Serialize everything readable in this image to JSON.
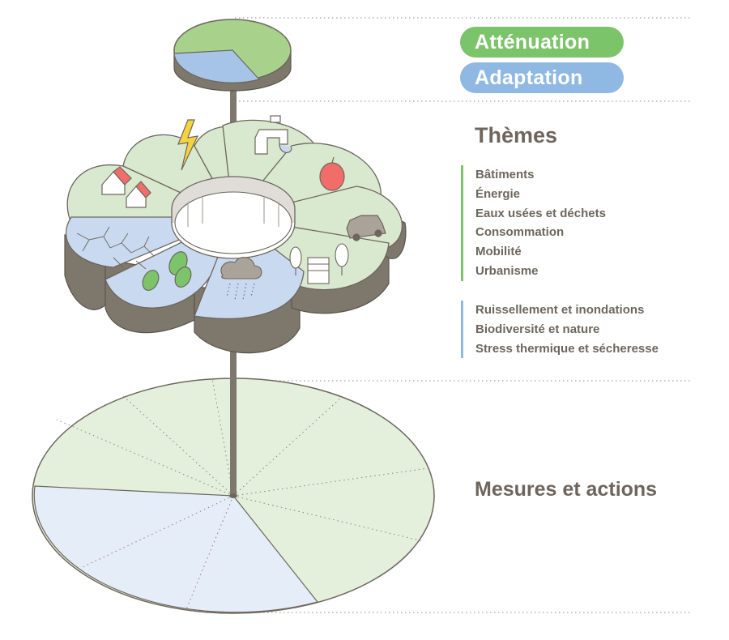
{
  "legend": {
    "attenuation": "Atténuation",
    "adaptation": "Adaptation"
  },
  "themes": {
    "title": "Thèmes",
    "mitigation": [
      "Bâtiments",
      "Énergie",
      "Eaux usées et déchets",
      "Consommation",
      "Mobilité",
      "Urbanisme"
    ],
    "adaptation": [
      "Ruissellement et inondations",
      "Biodiversité et nature",
      "Stress thermique et sécheresse"
    ]
  },
  "measures": {
    "title": "Mesures et actions"
  },
  "colors": {
    "mitigation": "#7cc46a",
    "adaptation": "#8fb9e2",
    "mitigation_fill": "#d9e9cf",
    "adaptation_fill": "#c9daf0",
    "pole": "#7d776c",
    "text": "#6e665e"
  },
  "icons": [
    "bolt-icon",
    "water-tap-icon",
    "apple-icon",
    "car-icon",
    "trees-building-icon",
    "rain-cloud-icon",
    "leaves-icon",
    "dry-soil-icon",
    "houses-icon"
  ]
}
